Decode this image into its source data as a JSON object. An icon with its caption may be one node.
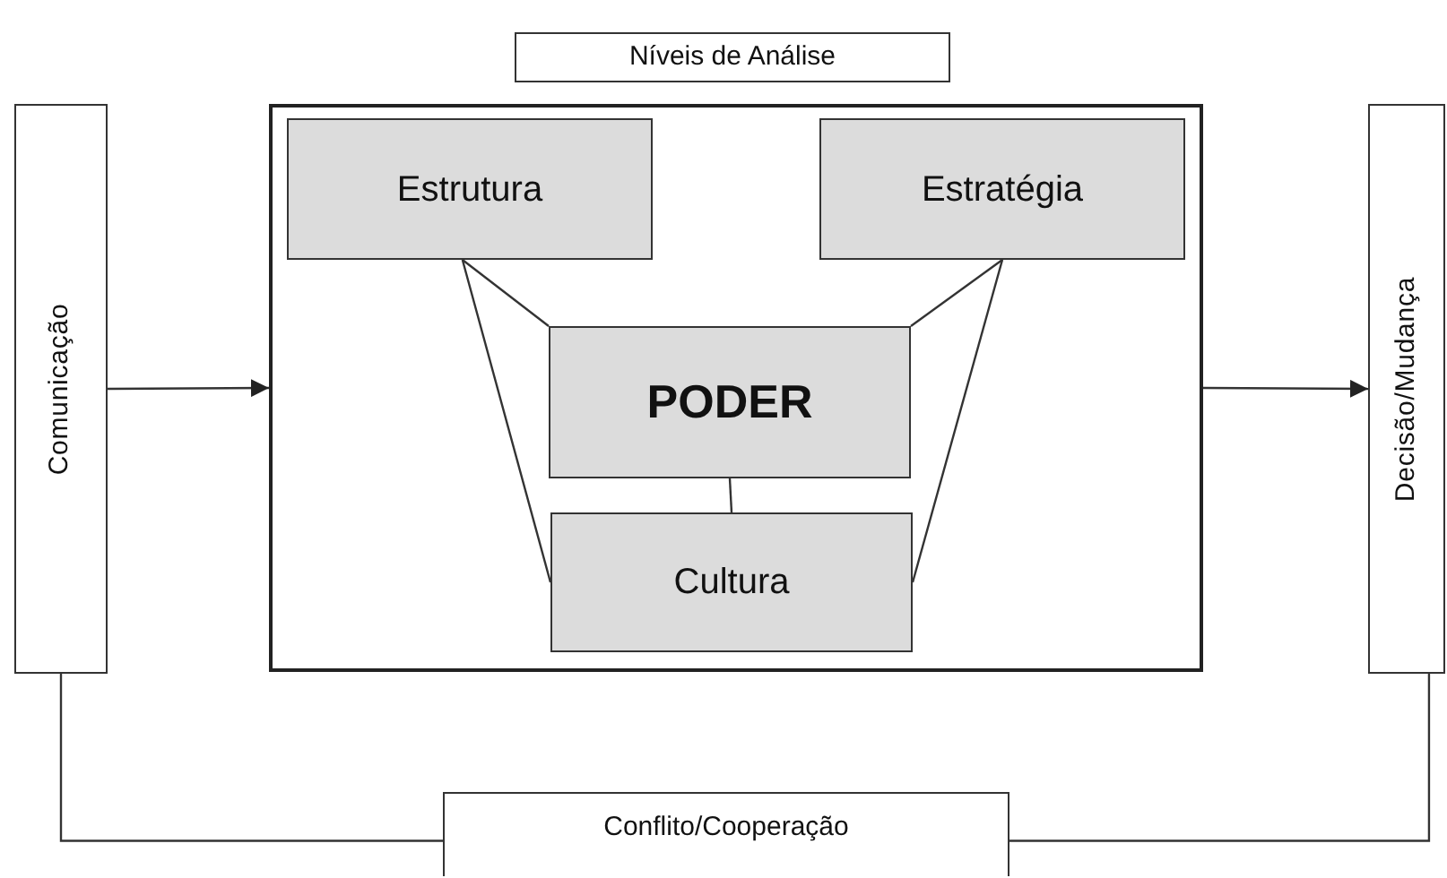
{
  "diagram": {
    "nodes": [
      {
        "text": [
          "Níveis de Análise"
        ]
      },
      {
        "text": [
          "Comunicação"
        ]
      },
      {
        "text": [],
        "shape": "box"
      },
      {
        "text": [
          "Estrutura"
        ],
        "in": 2
      },
      {
        "text": [
          "Estratégia"
        ],
        "in": 2
      },
      {
        "text": [
          "PODER"
        ],
        "in": 2
      },
      {
        "text": [
          "Cultura"
        ],
        "in": 2
      },
      {
        "text": [
          "Decisão/Mudança"
        ]
      },
      {
        "text": [
          "Conflito/Cooperação"
        ]
      }
    ],
    "edges": [
      {
        "from": 1,
        "to": 2,
        "arrow": "to"
      },
      {
        "from": 2,
        "to": 7,
        "arrow": "to"
      },
      {
        "from": 3,
        "to": 5,
        "arrow": "none"
      },
      {
        "from": 3,
        "to": 6,
        "arrow": "none"
      },
      {
        "from": 4,
        "to": 5,
        "arrow": "none"
      },
      {
        "from": 4,
        "to": 6,
        "arrow": "none"
      },
      {
        "from": 5,
        "to": 6,
        "arrow": "none"
      },
      {
        "from": 1,
        "to": 8,
        "arrow": "none"
      },
      {
        "from": 8,
        "to": 7,
        "arrow": "none"
      }
    ]
  }
}
